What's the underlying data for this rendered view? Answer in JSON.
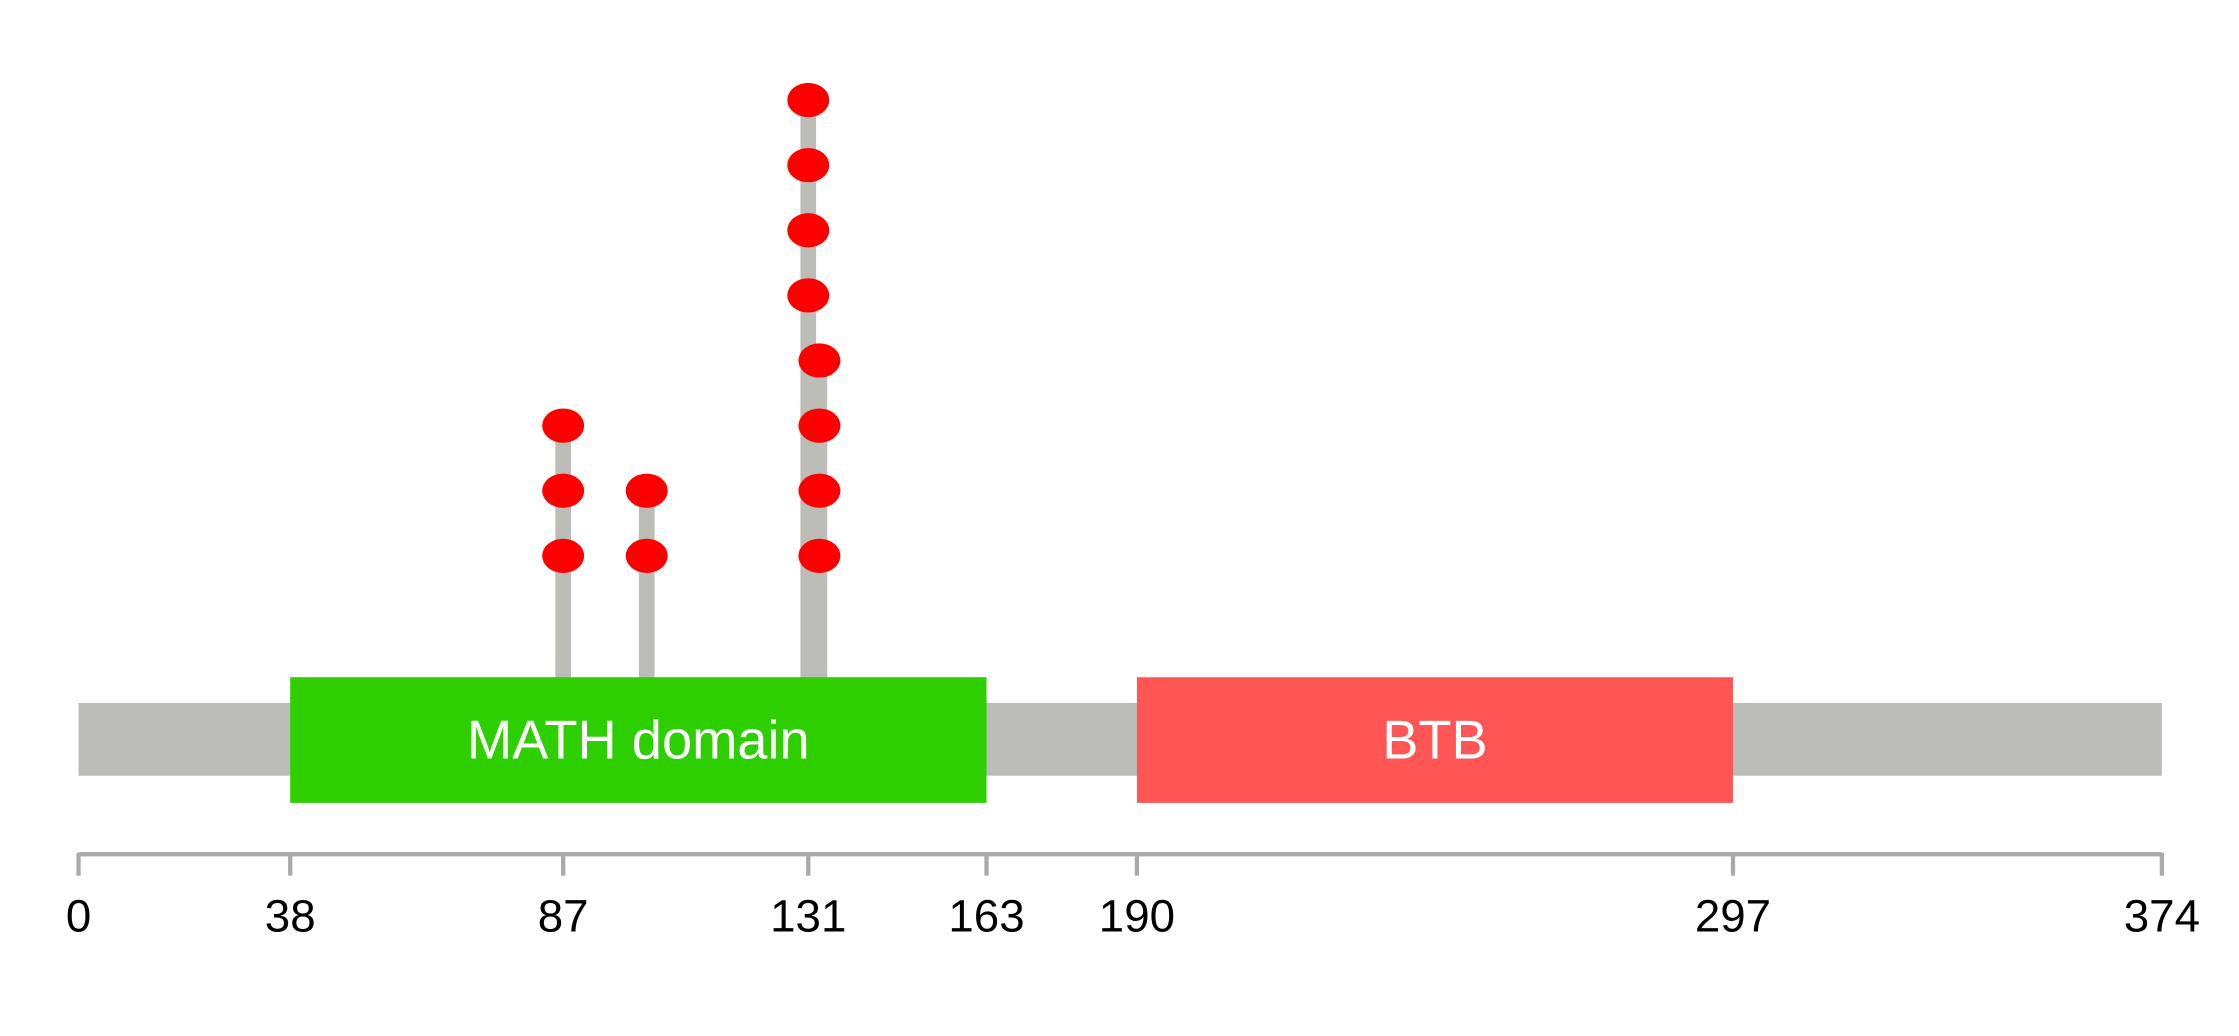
{
  "chart_data": {
    "type": "lollipop",
    "protein_length": 374,
    "xlim": [
      0,
      374
    ],
    "domains": [
      {
        "name": "MATH domain",
        "start": 38,
        "end": 163,
        "color": "#2ecf00"
      },
      {
        "name": "BTB",
        "start": 190,
        "end": 297,
        "color": "#ff5555"
      }
    ],
    "mutations": [
      {
        "position": 87,
        "count": 3
      },
      {
        "position": 102,
        "count": 2
      },
      {
        "position": 131,
        "count": 4,
        "stack_offset": 4
      },
      {
        "position": 133,
        "count": 4
      }
    ],
    "tick_labels": [
      "0",
      "38",
      "87",
      "131",
      "163",
      "190",
      "297",
      "374"
    ],
    "colors": {
      "backbone": "#bbbdb6",
      "stem": "#bbbdb6",
      "marker": "#ff0000",
      "axis": "#aaaaaa"
    }
  }
}
